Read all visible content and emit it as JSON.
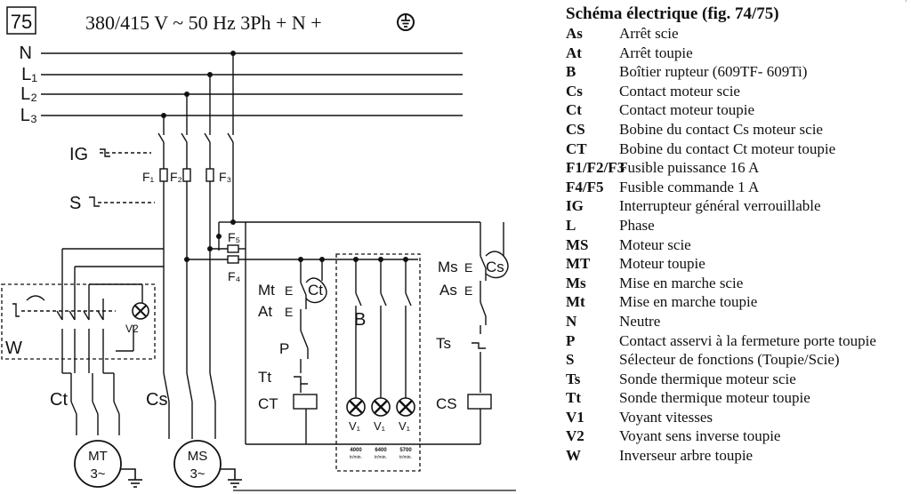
{
  "figure": {
    "number": "75",
    "supply": "380/415 V ~ 50 Hz  3Ph + N +",
    "ground_symbol": "⏚"
  },
  "schematic": {
    "lines": [
      "N",
      "L₁",
      "L₂",
      "L₃"
    ],
    "labels": {
      "IG": "IG",
      "S": "S",
      "F1": "F₁",
      "F2": "F₂",
      "F3": "F₃",
      "F5": "F₅",
      "F4": "F₄",
      "W": "W",
      "V2": "V2",
      "Ct_motor": "Ct",
      "Cs_motor": "Cs",
      "Mt": "Mt",
      "At": "At",
      "Ct_coil_contact": "Ct",
      "P": "P",
      "Tt": "Tt",
      "CT": "CT",
      "B": "B",
      "V1a": "V₁",
      "V1b": "V₁",
      "V1c": "V₁",
      "Ms": "Ms",
      "Cs_contact": "Cs",
      "As": "As",
      "Ts": "Ts",
      "CS": "CS",
      "E": "E"
    },
    "speeds": [
      {
        "value": "4000",
        "unit": "tr/min."
      },
      {
        "value": "6400",
        "unit": "tr/min."
      },
      {
        "value": "5700",
        "unit": "tr/min."
      }
    ],
    "motors": [
      {
        "name": "MT",
        "phase": "3~"
      },
      {
        "name": "MS",
        "phase": "3~"
      }
    ]
  },
  "legend": {
    "title": "Schéma électrique (fig. 74/75)",
    "items": [
      {
        "code": "As",
        "desc": "Arrêt scie"
      },
      {
        "code": "At",
        "desc": "Arrêt toupie"
      },
      {
        "code": "B",
        "desc": "Boîtier rupteur (609TF- 609Ti)"
      },
      {
        "code": "Cs",
        "desc": "Contact moteur scie"
      },
      {
        "code": "Ct",
        "desc": "Contact moteur toupie"
      },
      {
        "code": "CS",
        "desc": "Bobine du contact Cs moteur scie"
      },
      {
        "code": "CT",
        "desc": "Bobine du contact Ct moteur toupie"
      },
      {
        "code": "F1/F2/F3",
        "desc": "Fusible puissance 16 A"
      },
      {
        "code": "F4/F5",
        "desc": "Fusible commande 1 A"
      },
      {
        "code": "IG",
        "desc": "Interrupteur général verrouillable"
      },
      {
        "code": "L",
        "desc": "Phase"
      },
      {
        "code": "MS",
        "desc": "Moteur scie"
      },
      {
        "code": "MT",
        "desc": "Moteur toupie"
      },
      {
        "code": "Ms",
        "desc": "Mise en marche scie"
      },
      {
        "code": "Mt",
        "desc": "Mise en marche toupie"
      },
      {
        "code": "N",
        "desc": "Neutre"
      },
      {
        "code": "P",
        "desc": "Contact asservi à la fermeture porte toupie"
      },
      {
        "code": "S",
        "desc": "Sélecteur de fonctions (Toupie/Scie)"
      },
      {
        "code": "Ts",
        "desc": "Sonde thermique moteur scie"
      },
      {
        "code": "Tt",
        "desc": "Sonde thermique moteur toupie"
      },
      {
        "code": "V1",
        "desc": "Voyant vitesses"
      },
      {
        "code": "V2",
        "desc": "Voyant sens inverse toupie"
      },
      {
        "code": "W",
        "desc": "Inverseur arbre toupie"
      }
    ]
  }
}
